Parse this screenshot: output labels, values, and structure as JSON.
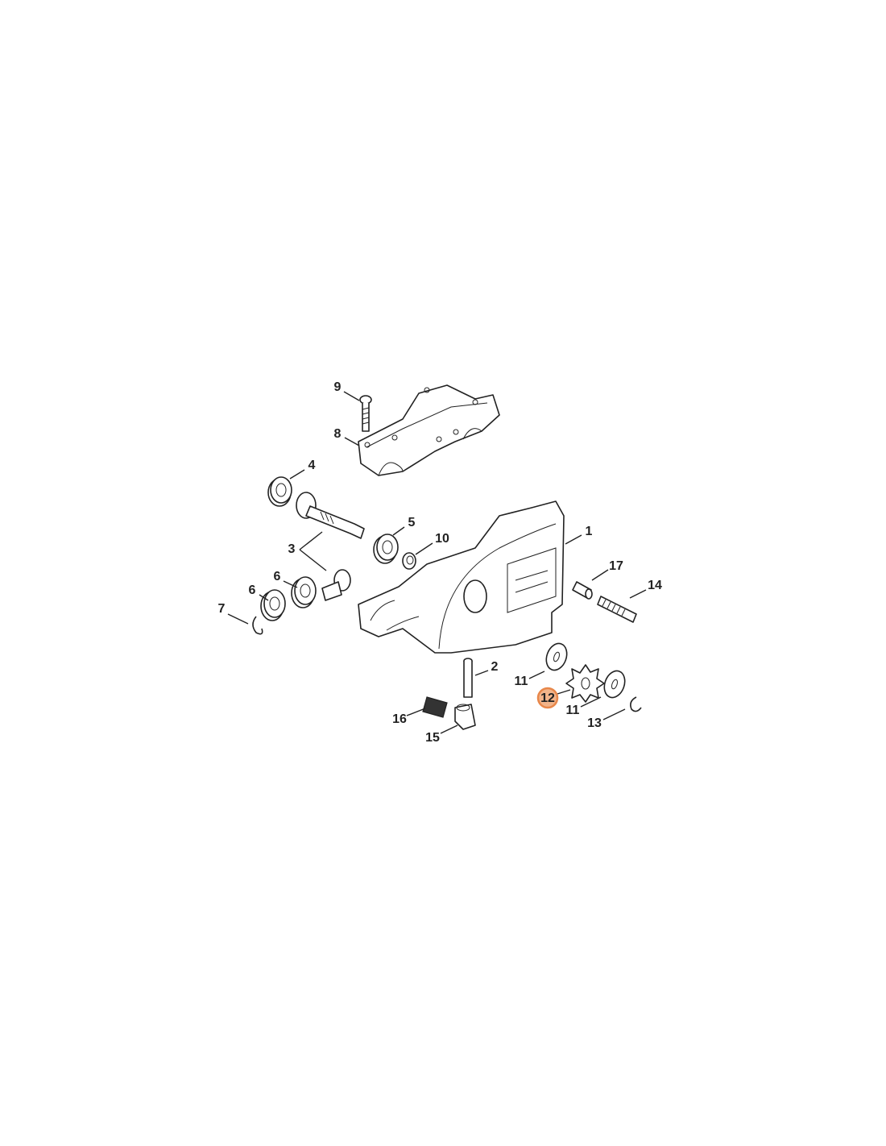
{
  "diagram": {
    "highlight_color": "#e8874a",
    "highlighted_part": "12",
    "callouts": [
      {
        "id": "c9",
        "label": "9",
        "part": "screw"
      },
      {
        "id": "c8",
        "label": "8",
        "part": "clamp"
      },
      {
        "id": "c4",
        "label": "4",
        "part": "ball-bearing"
      },
      {
        "id": "c5",
        "label": "5",
        "part": "ball-bearing"
      },
      {
        "id": "c10",
        "label": "10",
        "part": "seal"
      },
      {
        "id": "c1",
        "label": "1",
        "part": "gear-housing"
      },
      {
        "id": "c3",
        "label": "3",
        "part": "bevel-gear-set"
      },
      {
        "id": "c17",
        "label": "17",
        "part": "sleeve"
      },
      {
        "id": "c14",
        "label": "14",
        "part": "stud"
      },
      {
        "id": "c6a",
        "label": "6",
        "part": "ball-bearing"
      },
      {
        "id": "c6b",
        "label": "6",
        "part": "ball-bearing"
      },
      {
        "id": "c7",
        "label": "7",
        "part": "circlip"
      },
      {
        "id": "c2",
        "label": "2",
        "part": "pin"
      },
      {
        "id": "c11a",
        "label": "11",
        "part": "washer"
      },
      {
        "id": "c12",
        "label": "12",
        "part": "sprocket"
      },
      {
        "id": "c11b",
        "label": "11",
        "part": "washer"
      },
      {
        "id": "c13",
        "label": "13",
        "part": "e-clip"
      },
      {
        "id": "c16",
        "label": "16",
        "part": "needle-cage"
      },
      {
        "id": "c15",
        "label": "15",
        "part": "oil-pump-fitting"
      }
    ]
  }
}
